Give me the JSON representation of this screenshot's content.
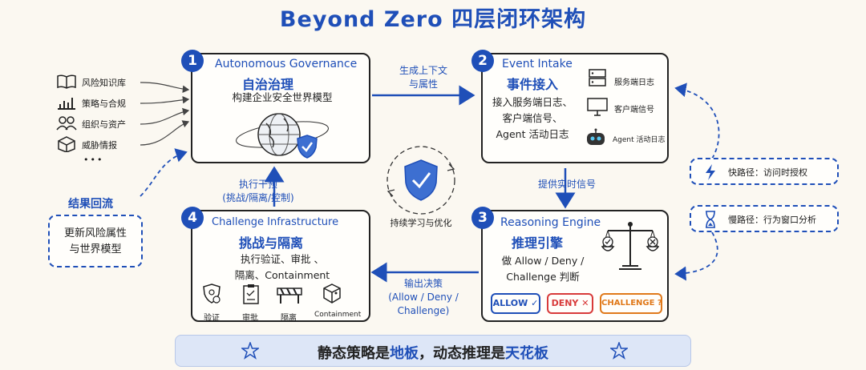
{
  "title": "Beyond Zero 四层闭环架构",
  "sources": [
    {
      "icon": "book-icon",
      "label": "风险知识库"
    },
    {
      "icon": "bar-chart-icon",
      "label": "策略与合规"
    },
    {
      "icon": "people-icon",
      "label": "组织与资产"
    },
    {
      "icon": "cube-icon",
      "label": "威胁情报"
    }
  ],
  "sources_more": "•••",
  "box1": {
    "num": "1",
    "en": "Autonomous Governance",
    "zh": "自治治理",
    "desc": "构建企业安全世界模型"
  },
  "box2": {
    "num": "2",
    "en": "Event Intake",
    "zh": "事件接入",
    "desc": [
      "接入服务端日志、",
      "客户端信号、",
      "Agent 活动日志"
    ],
    "icons": [
      {
        "icon": "server-icon",
        "label": "服务端日志"
      },
      {
        "icon": "monitor-icon",
        "label": "客户端信号"
      },
      {
        "icon": "robot-icon",
        "label": "Agent 活动日志"
      }
    ]
  },
  "box3": {
    "num": "3",
    "en": "Reasoning Engine",
    "zh": "推理引擎",
    "desc": [
      "做 Allow / Deny /",
      "Challenge 判断"
    ],
    "pills": [
      {
        "label": "ALLOW ✓",
        "color": "#1f4fb8"
      },
      {
        "label": "DENY ✕",
        "color": "#d83a3a"
      },
      {
        "label": "CHALLENGE ?",
        "color": "#e0791a"
      }
    ]
  },
  "box4": {
    "num": "4",
    "en": "Challenge Infrastructure",
    "zh": "挑战与隔离",
    "desc": [
      "执行验证、审批 、",
      "隔离、Containment"
    ],
    "icons": [
      {
        "icon": "verify-icon",
        "label": "验证"
      },
      {
        "icon": "clipboard-icon",
        "label": "审批"
      },
      {
        "icon": "barrier-icon",
        "label": "隔离"
      },
      {
        "icon": "container-icon",
        "label": "Containment"
      }
    ]
  },
  "arrows": {
    "top": [
      "生成上下文",
      "与属性"
    ],
    "right": "提供实时信号",
    "bottom": [
      "输出决策",
      "(Allow / Deny /",
      "Challenge)"
    ],
    "left": [
      "执行干预",
      "(挑战/隔离/控制)"
    ]
  },
  "center": "持续学习与优化",
  "feedback": {
    "label": "结果回流",
    "box": [
      "更新风险属性",
      "与世界模型"
    ]
  },
  "paths": [
    {
      "icon": "lightning-icon",
      "label": "快路径：访问时授权"
    },
    {
      "icon": "hourglass-icon",
      "label": "慢路径：行为窗口分析"
    }
  ],
  "banner": {
    "pre": "静态策略是",
    "h1": "地板",
    "mid": "，动态推理是",
    "h2": "天花板"
  },
  "colors": {
    "accent": "#1f4fb8",
    "deny": "#d83a3a",
    "challenge": "#e0791a",
    "banner": "#dde6f7"
  }
}
